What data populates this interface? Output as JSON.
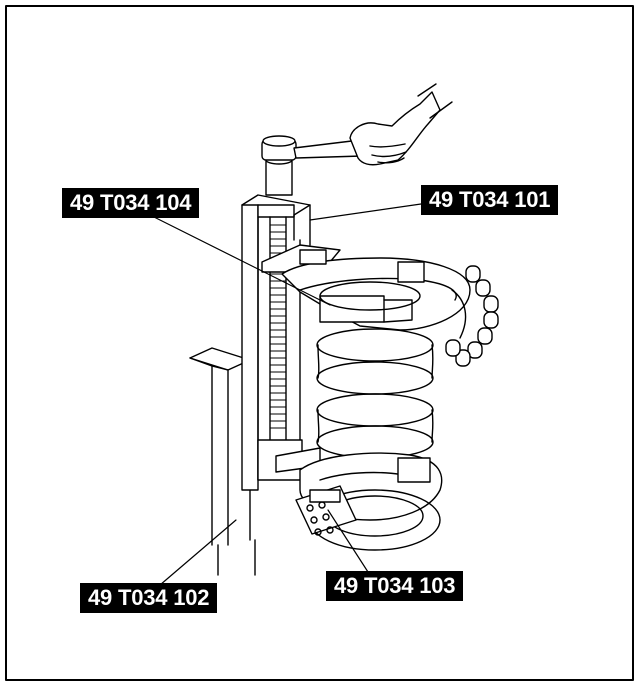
{
  "figure": {
    "labels": {
      "part_104": "49 T034 104",
      "part_101": "49 T034 101",
      "part_102": "49 T034 102",
      "part_103": "49 T034 103"
    },
    "colors": {
      "line": "#000000",
      "label_bg": "#000000",
      "label_text": "#ffffff"
    }
  }
}
